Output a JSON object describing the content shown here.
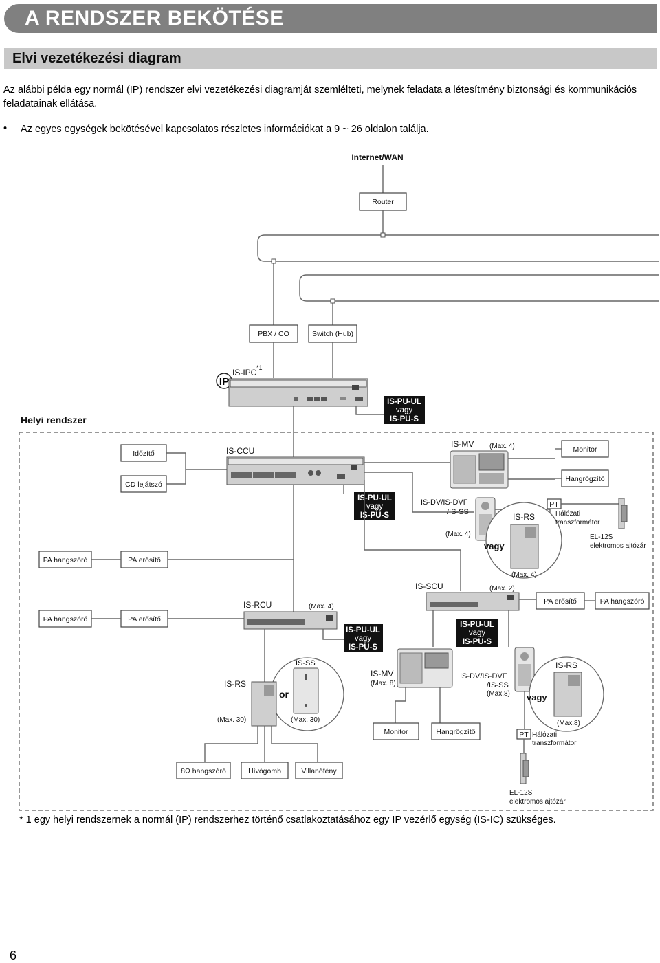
{
  "header": {
    "title": "A RENDSZER BEKÖTÉSE",
    "subtitle": "Elvi vezetékezési diagram"
  },
  "intro": "Az alábbi példa egy normál (IP) rendszer elvi vezetékezési diagramját szemlélteti, melynek feladata a létesítmény biztonsági és kommunikációs feladatainak ellátása.",
  "bullet": "Az egyes egységek bekötésével kapcsolatos részletes információkat a 9 ~ 26 oldalon találja.",
  "diagram": {
    "internet": "Internet/WAN",
    "router": "Router",
    "pbx": "PBX / CO",
    "switch": "Switch (Hub)",
    "ip_badge": "IP",
    "is_ipc": "IS-IPC",
    "is_ipc_note": "*1",
    "pu_a": [
      "IS-PU-UL",
      "vagy",
      "IS-PU-S"
    ],
    "pu_b": [
      "IS-PU-UL",
      "vagy",
      "IS-PU-S"
    ],
    "pu_c": [
      "IS-PU-UL",
      "vagy",
      "IS-PU-S"
    ],
    "pu_d": [
      "IS-PU-UL",
      "vagy",
      "IS-PU-S"
    ],
    "local_system": "Helyi rendszer",
    "idozito": "Időzítő",
    "cd": "CD lejátszó",
    "is_ccu": "IS-CCU",
    "is_mv_top": "IS-MV",
    "max4_mv": "(Max. 4)",
    "monitor_top": "Monitor",
    "hangrogzito_top": "Hangrögzítő",
    "is_dv_top": [
      "IS-DV/IS-DVF",
      "/IS-SS"
    ],
    "max4_dv": "(Max. 4)",
    "is_rs_top": "IS-RS",
    "max4_rs": "(Max. 4)",
    "vagy_top": "vagy",
    "pt_top": "PT",
    "halozati_top": [
      "Hálózati",
      "transzformátor"
    ],
    "el12s_top": [
      "EL-12S",
      "elektromos ajtózár"
    ],
    "pa_hangszoro_1": "PA hangszóró",
    "pa_erosito_1": "PA erősítő",
    "pa_hangszoro_2": "PA hangszóró",
    "pa_erosito_2": "PA erősítő",
    "is_scu": "IS-SCU",
    "max2_scu": "(Max. 2)",
    "pa_erosito_3": "PA erősítő",
    "pa_hangszoro_3": "PA hangszóró",
    "is_rcu": "IS-RCU",
    "max4_rcu": "(Max. 4)",
    "is_ss": "IS-SS",
    "is_rs_left": "IS-RS",
    "or_word": "or",
    "max30_a": "(Max. 30)",
    "max30_b": "(Max. 30)",
    "is_mv_bottom": "IS-MV",
    "max8_mv": "(Max. 8)",
    "is_dv_bottom": [
      "IS-DV/IS-DVF",
      "/IS-SS",
      "(Max.8)"
    ],
    "is_rs_bottom": "IS-RS",
    "vagy_bottom": "vagy",
    "max8_rs": "(Max.8)",
    "monitor_bottom": "Monitor",
    "hangrogzito_bottom": "Hangrögzítő",
    "pt_bottom": "PT",
    "halozati_bottom": [
      "Hálózati",
      "transzformátor"
    ],
    "hangszoro8": "8Ω hangszóró",
    "hivogomb": "Hívógomb",
    "villanofeny": "Villanófény",
    "el12s_bottom": [
      "EL-12S",
      "elektromos ajtózár"
    ]
  },
  "footnote": "* 1 egy helyi rendszernek a normál (IP) rendszerhez történő csatlakoztatásához egy IP vezérlő egység (IS-IC) szükséges.",
  "page_number": "6"
}
